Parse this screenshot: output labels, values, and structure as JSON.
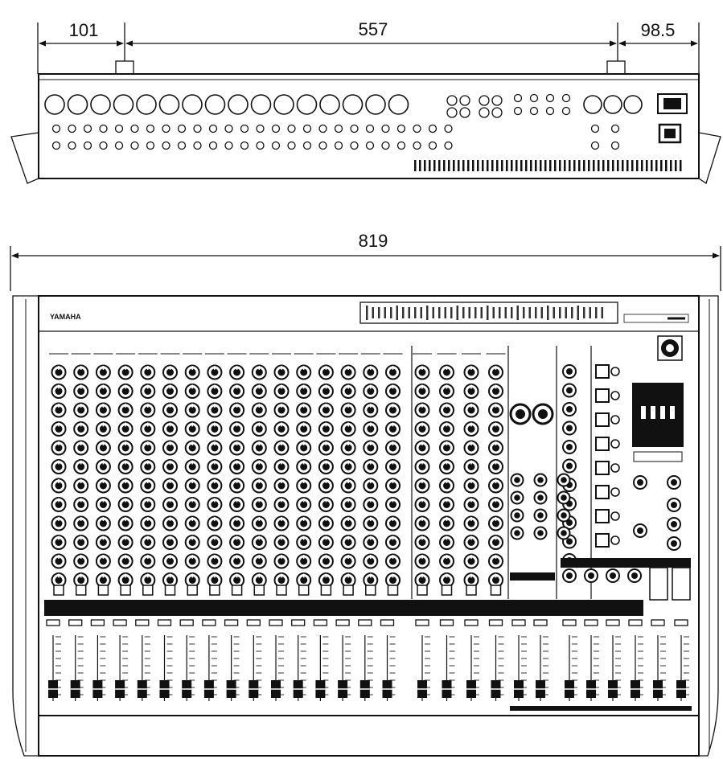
{
  "dimensions": {
    "rear_left": "101",
    "rear_middle": "557",
    "rear_right": "98.5",
    "front_width": "819"
  },
  "logo": {
    "text": "YAMAHA"
  }
}
